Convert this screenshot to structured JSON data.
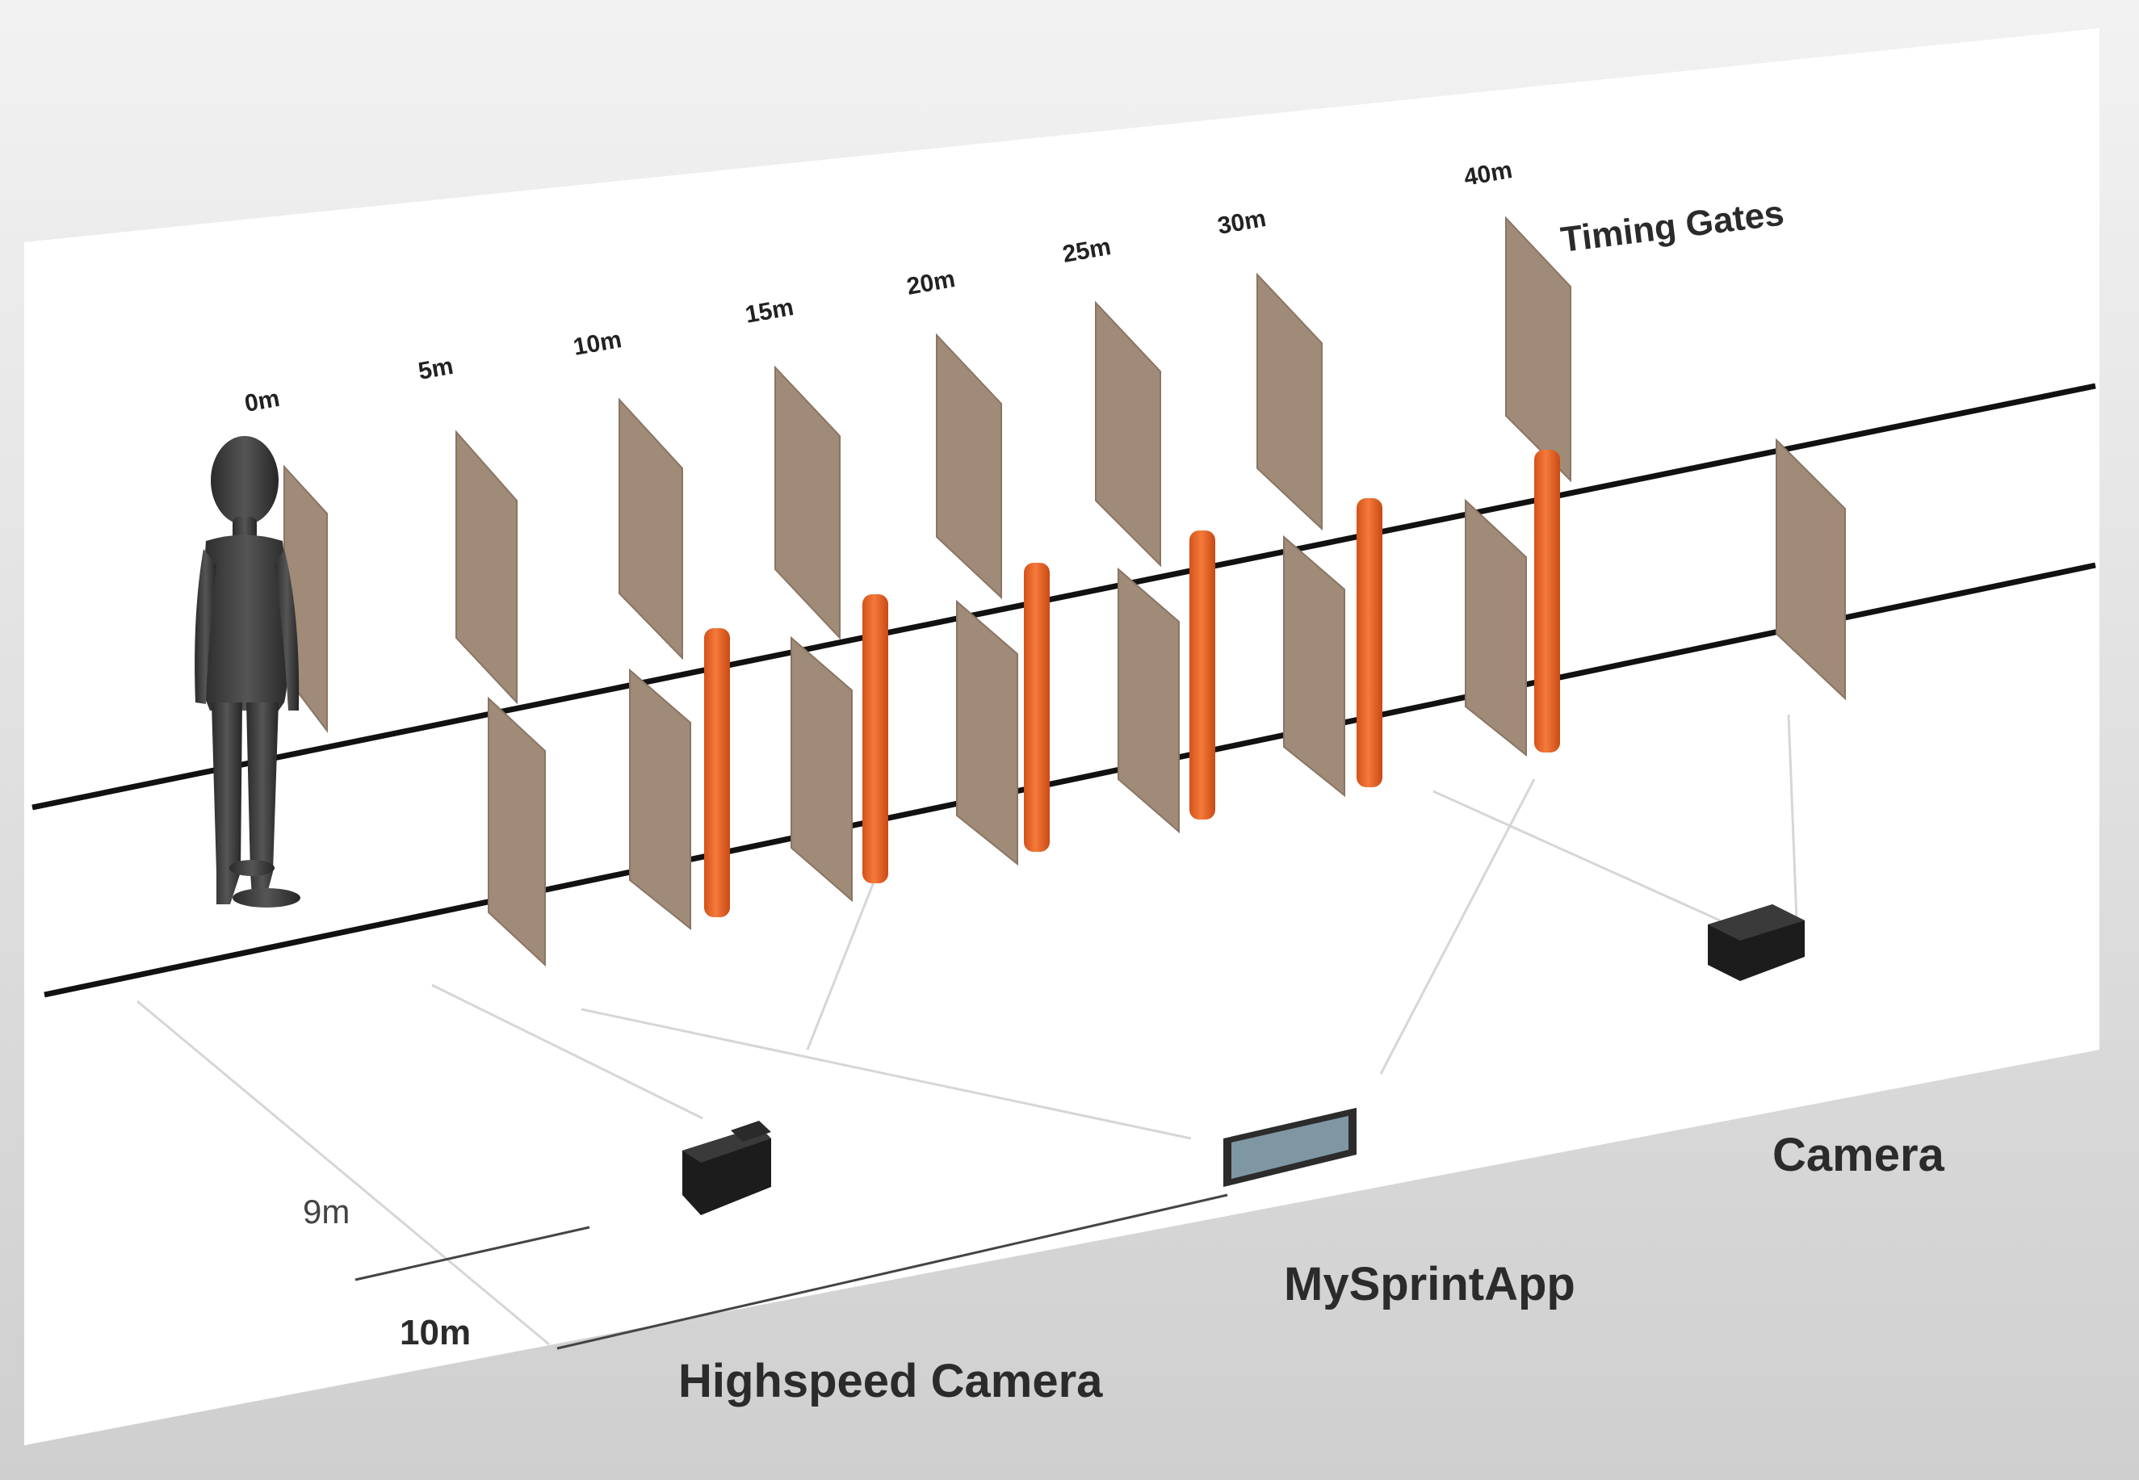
{
  "distance_markers": [
    "0m",
    "5m",
    "10m",
    "15m",
    "20m",
    "25m",
    "30m",
    "40m"
  ],
  "labels": {
    "timing_gates": "Timing Gates",
    "camera": "Camera",
    "mysprintapp": "MySprintApp",
    "highspeed_camera": "Highspeed Camera",
    "dim_9m": "9m",
    "dim_10m": "10m"
  },
  "colors": {
    "floor": "#ffffff",
    "shadow_ground": "#d9d9d9",
    "gate_panel": "#a08a78",
    "timing_pole": "#f06a25",
    "lane_line": "#111111",
    "camera_body": "#1c1c1c",
    "phone_screen": "#7f97a3"
  },
  "icons": {
    "person": "athlete-figure-icon",
    "highspeed_camera": "camera-icon",
    "camera": "camera-icon",
    "phone": "smartphone-icon"
  }
}
